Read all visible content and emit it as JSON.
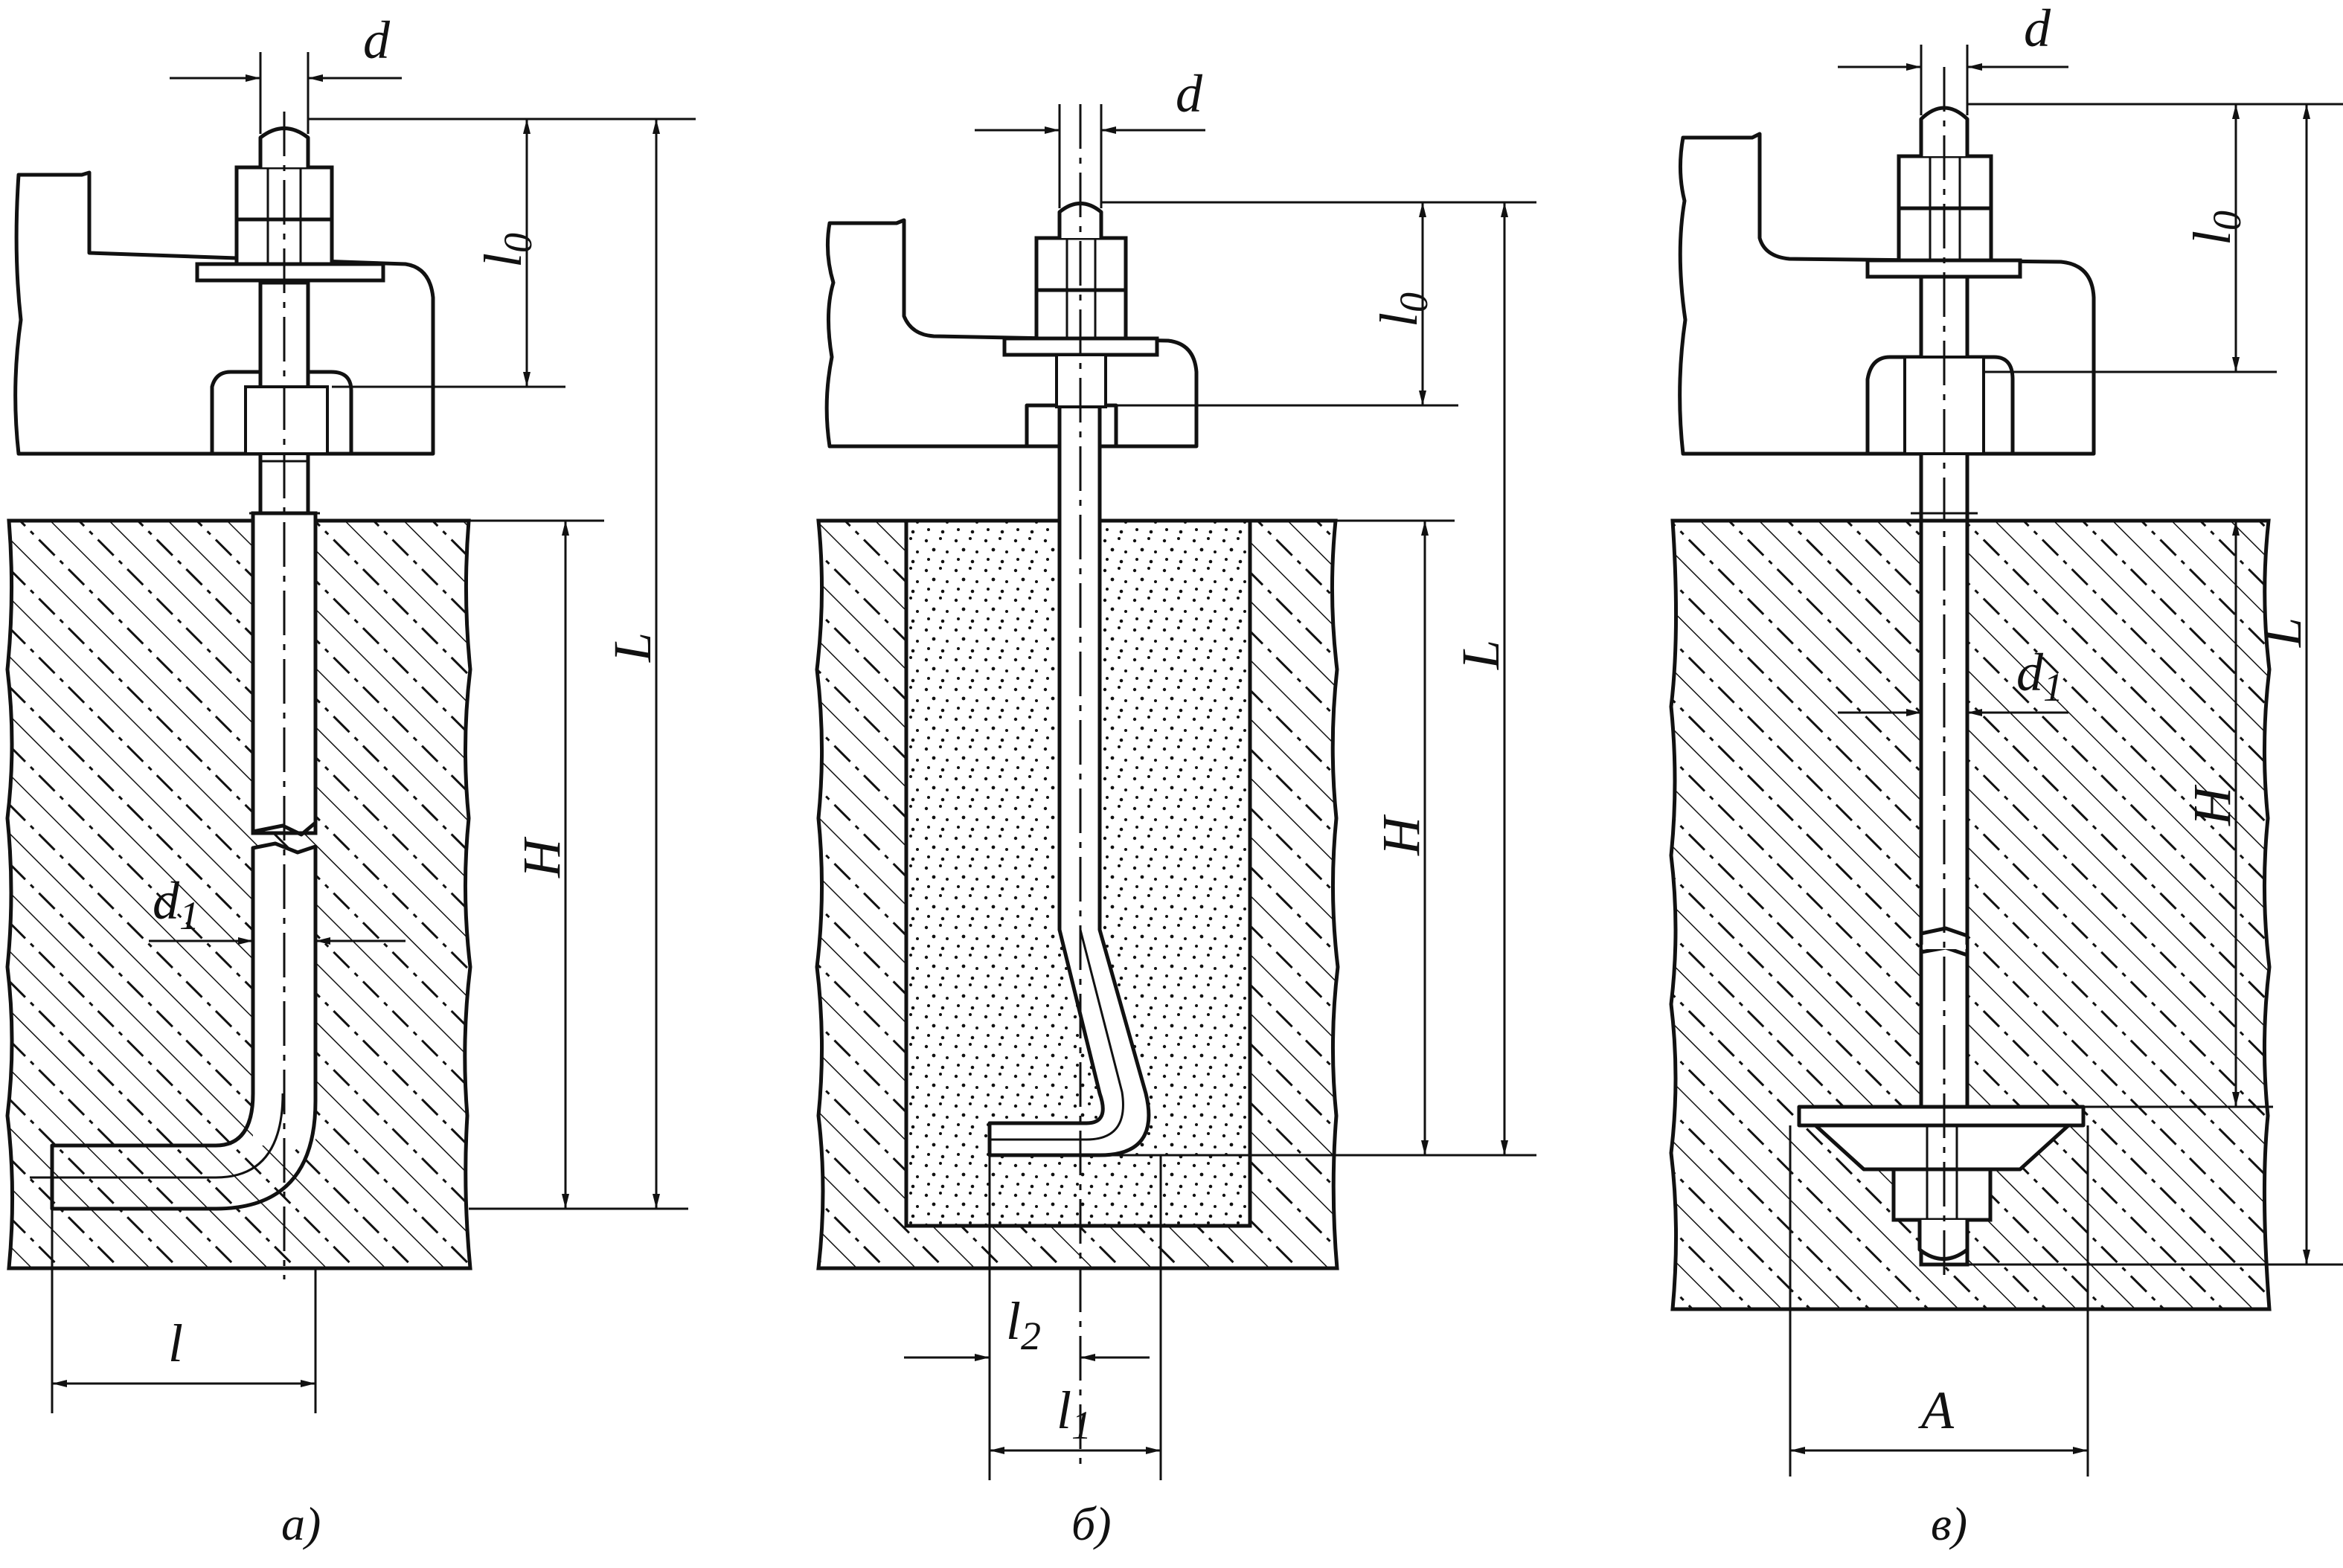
{
  "figures": [
    {
      "caption": "a)",
      "labels": {
        "d": "d",
        "l0": "l",
        "l0_sub": "0",
        "L": "L",
        "H": "H",
        "d1": "d",
        "d1_sub": "1",
        "l": "l"
      }
    },
    {
      "caption": "б)",
      "labels": {
        "d": "d",
        "l0": "l",
        "l0_sub": "0",
        "L": "L",
        "H": "H",
        "l2": "l",
        "l2_sub": "2",
        "l1": "l",
        "l1_sub": "1"
      }
    },
    {
      "caption": "в)",
      "labels": {
        "d": "d",
        "l0": "l",
        "l0_sub": "0",
        "L": "L",
        "H": "H",
        "d1": "d",
        "d1_sub": "1",
        "A": "A"
      }
    }
  ],
  "colors": {
    "ink": "#111111",
    "paper": "#ffffff"
  },
  "icons": {
    "hatch": "concrete-hatch-pattern",
    "fill": "grout-dot-pattern"
  }
}
